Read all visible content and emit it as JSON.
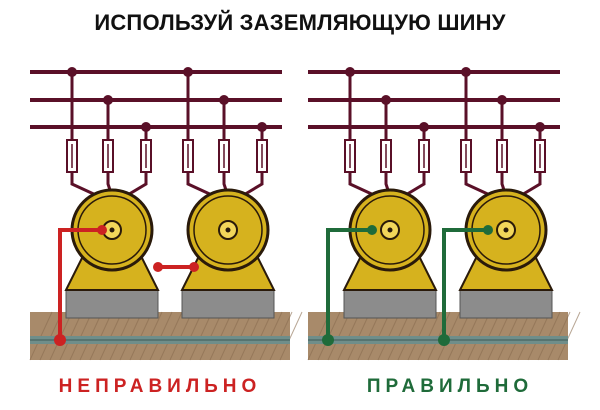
{
  "title": "ИСПОЛЬЗУЙ ЗАЗЕМЛЯЮЩУЮ ШИНУ",
  "panels": [
    {
      "id": "wrong",
      "caption": "НЕПРАВИЛЬНО",
      "ground_color": "#cc2222"
    },
    {
      "id": "right",
      "caption": "ПРАВИЛЬНО",
      "ground_color": "#1f6b3a"
    }
  ],
  "colors": {
    "busbar": "#5a1028",
    "motor_body": "#d6b21e",
    "motor_outline": "#2a1a0a",
    "base": "#8c8c8c",
    "soil": "#a88a6a",
    "soil_stripe": "#6f8e8a"
  }
}
